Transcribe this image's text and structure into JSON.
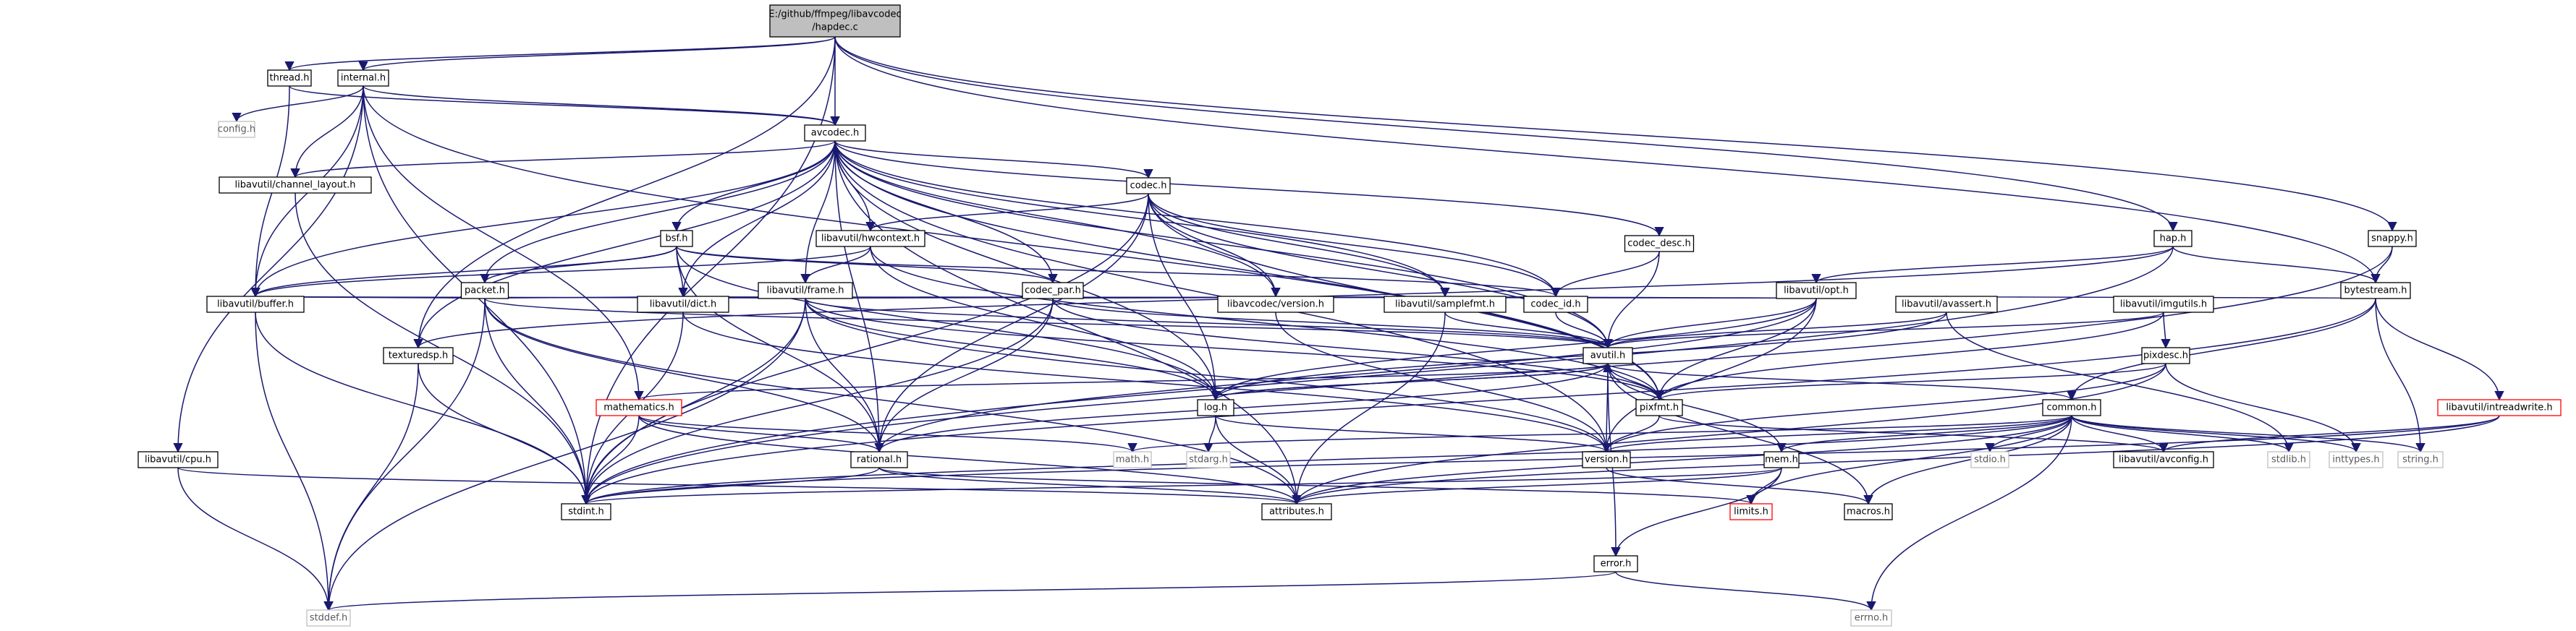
{
  "colors": {
    "edge": "#191970",
    "text": "#000000",
    "border_normal": "#000000",
    "border_missing": "#bfbfbf",
    "border_truncated": "#ff0000",
    "fill_root": "#bfbfbf",
    "fill_normal": "#ffffff",
    "text_missing": "#5a5a5a"
  },
  "nodes": [
    {
      "id": "hapdec",
      "label": "E:/github/ffmpeg/libavcodec\n/hapdec.c",
      "kind": "root"
    },
    {
      "id": "thread",
      "label": "thread.h",
      "kind": "normal"
    },
    {
      "id": "internal",
      "label": "internal.h",
      "kind": "normal"
    },
    {
      "id": "config",
      "label": "config.h",
      "kind": "missing"
    },
    {
      "id": "avcodec",
      "label": "avcodec.h",
      "kind": "normal"
    },
    {
      "id": "chlayout",
      "label": "libavutil/channel_layout.h",
      "kind": "normal"
    },
    {
      "id": "codec",
      "label": "codec.h",
      "kind": "normal"
    },
    {
      "id": "hwcontext",
      "label": "libavutil/hwcontext.h",
      "kind": "normal"
    },
    {
      "id": "bsf",
      "label": "bsf.h",
      "kind": "normal"
    },
    {
      "id": "codecdesc",
      "label": "codec_desc.h",
      "kind": "normal"
    },
    {
      "id": "hap",
      "label": "hap.h",
      "kind": "normal"
    },
    {
      "id": "snappy",
      "label": "snappy.h",
      "kind": "normal"
    },
    {
      "id": "frame",
      "label": "libavutil/frame.h",
      "kind": "normal"
    },
    {
      "id": "packet",
      "label": "packet.h",
      "kind": "normal"
    },
    {
      "id": "codecpar",
      "label": "codec_par.h",
      "kind": "normal"
    },
    {
      "id": "opt",
      "label": "libavutil/opt.h",
      "kind": "normal"
    },
    {
      "id": "bytestream",
      "label": "bytestream.h",
      "kind": "normal"
    },
    {
      "id": "buffer",
      "label": "libavutil/buffer.h",
      "kind": "normal"
    },
    {
      "id": "dict",
      "label": "libavutil/dict.h",
      "kind": "normal"
    },
    {
      "id": "lcversion",
      "label": "libavcodec/version.h",
      "kind": "normal"
    },
    {
      "id": "samplefmt",
      "label": "libavutil/samplefmt.h",
      "kind": "normal"
    },
    {
      "id": "codecid",
      "label": "codec_id.h",
      "kind": "normal"
    },
    {
      "id": "avassert",
      "label": "libavutil/avassert.h",
      "kind": "normal"
    },
    {
      "id": "imgutils",
      "label": "libavutil/imgutils.h",
      "kind": "normal"
    },
    {
      "id": "texturedsp",
      "label": "texturedsp.h",
      "kind": "normal"
    },
    {
      "id": "avutil",
      "label": "avutil.h",
      "kind": "normal"
    },
    {
      "id": "pixdesc",
      "label": "pixdesc.h",
      "kind": "normal"
    },
    {
      "id": "mathematics",
      "label": "mathematics.h",
      "kind": "truncated"
    },
    {
      "id": "log",
      "label": "log.h",
      "kind": "normal"
    },
    {
      "id": "pixfmt",
      "label": "pixfmt.h",
      "kind": "normal"
    },
    {
      "id": "common",
      "label": "common.h",
      "kind": "normal"
    },
    {
      "id": "intreadwrite",
      "label": "libavutil/intreadwrite.h",
      "kind": "truncated"
    },
    {
      "id": "cpu",
      "label": "libavutil/cpu.h",
      "kind": "normal"
    },
    {
      "id": "rational",
      "label": "rational.h",
      "kind": "normal"
    },
    {
      "id": "math",
      "label": "math.h",
      "kind": "missing"
    },
    {
      "id": "stdarg",
      "label": "stdarg.h",
      "kind": "missing"
    },
    {
      "id": "uversion",
      "label": "version.h",
      "kind": "normal"
    },
    {
      "id": "avconfig",
      "label": "libavutil/avconfig.h",
      "kind": "normal"
    },
    {
      "id": "stdlib",
      "label": "stdlib.h",
      "kind": "missing"
    },
    {
      "id": "inttypes",
      "label": "inttypes.h",
      "kind": "missing"
    },
    {
      "id": "stringh",
      "label": "string.h",
      "kind": "missing"
    },
    {
      "id": "stdio",
      "label": "stdio.h",
      "kind": "missing"
    },
    {
      "id": "mem",
      "label": "mem.h",
      "kind": "normal"
    },
    {
      "id": "stdint",
      "label": "stdint.h",
      "kind": "normal"
    },
    {
      "id": "attributes",
      "label": "attributes.h",
      "kind": "normal"
    },
    {
      "id": "limits",
      "label": "limits.h",
      "kind": "truncated"
    },
    {
      "id": "macros",
      "label": "macros.h",
      "kind": "normal"
    },
    {
      "id": "error",
      "label": "error.h",
      "kind": "normal"
    },
    {
      "id": "stddef",
      "label": "stddef.h",
      "kind": "missing"
    },
    {
      "id": "errno",
      "label": "errno.h",
      "kind": "missing"
    }
  ],
  "edges": [
    [
      "hapdec",
      "thread"
    ],
    [
      "hapdec",
      "internal"
    ],
    [
      "hapdec",
      "avcodec"
    ],
    [
      "hapdec",
      "hap"
    ],
    [
      "hapdec",
      "snappy"
    ],
    [
      "hapdec",
      "bytestream"
    ],
    [
      "hapdec",
      "texturedsp"
    ],
    [
      "hapdec",
      "stdint"
    ],
    [
      "thread",
      "avcodec"
    ],
    [
      "thread",
      "buffer"
    ],
    [
      "internal",
      "config"
    ],
    [
      "internal",
      "avcodec"
    ],
    [
      "internal",
      "chlayout"
    ],
    [
      "internal",
      "buffer"
    ],
    [
      "internal",
      "mathematics"
    ],
    [
      "internal",
      "pixfmt"
    ],
    [
      "internal",
      "stdint"
    ],
    [
      "internal",
      "cpu"
    ],
    [
      "avcodec",
      "chlayout"
    ],
    [
      "avcodec",
      "codec"
    ],
    [
      "avcodec",
      "hwcontext"
    ],
    [
      "avcodec",
      "bsf"
    ],
    [
      "avcodec",
      "codecdesc"
    ],
    [
      "avcodec",
      "frame"
    ],
    [
      "avcodec",
      "packet"
    ],
    [
      "avcodec",
      "codecpar"
    ],
    [
      "avcodec",
      "buffer"
    ],
    [
      "avcodec",
      "dict"
    ],
    [
      "avcodec",
      "lcversion"
    ],
    [
      "avcodec",
      "samplefmt"
    ],
    [
      "avcodec",
      "codecid"
    ],
    [
      "avcodec",
      "avutil"
    ],
    [
      "avcodec",
      "log"
    ],
    [
      "avcodec",
      "pixfmt"
    ],
    [
      "avcodec",
      "rational"
    ],
    [
      "avcodec",
      "attributes"
    ],
    [
      "avcodec",
      "texturedsp"
    ],
    [
      "avcodec",
      "uversion"
    ],
    [
      "chlayout",
      "stdint"
    ],
    [
      "codec",
      "hwcontext"
    ],
    [
      "codec",
      "codecid"
    ],
    [
      "codec",
      "lcversion"
    ],
    [
      "codec",
      "samplefmt"
    ],
    [
      "codec",
      "avutil"
    ],
    [
      "codec",
      "log"
    ],
    [
      "codec",
      "pixfmt"
    ],
    [
      "codec",
      "rational"
    ],
    [
      "codec",
      "stdint"
    ],
    [
      "hwcontext",
      "frame"
    ],
    [
      "hwcontext",
      "buffer"
    ],
    [
      "hwcontext",
      "log"
    ],
    [
      "hwcontext",
      "pixfmt"
    ],
    [
      "bsf",
      "codecpar"
    ],
    [
      "bsf",
      "packet"
    ],
    [
      "bsf",
      "dict"
    ],
    [
      "bsf",
      "codecid"
    ],
    [
      "bsf",
      "log"
    ],
    [
      "bsf",
      "rational"
    ],
    [
      "bsf",
      "buffer"
    ],
    [
      "codecdesc",
      "codecid"
    ],
    [
      "codecdesc",
      "avutil"
    ],
    [
      "hap",
      "opt"
    ],
    [
      "hap",
      "bytestream"
    ],
    [
      "hap",
      "texturedsp"
    ],
    [
      "hap",
      "stdint"
    ],
    [
      "snappy",
      "bytestream"
    ],
    [
      "snappy",
      "stdint"
    ],
    [
      "frame",
      "buffer"
    ],
    [
      "frame",
      "dict"
    ],
    [
      "frame",
      "avutil"
    ],
    [
      "frame",
      "samplefmt"
    ],
    [
      "frame",
      "rational"
    ],
    [
      "frame",
      "pixfmt"
    ],
    [
      "frame",
      "log"
    ],
    [
      "frame",
      "uversion"
    ],
    [
      "frame",
      "stdint"
    ],
    [
      "frame",
      "stddef"
    ],
    [
      "packet",
      "buffer"
    ],
    [
      "packet",
      "dict"
    ],
    [
      "packet",
      "avutil"
    ],
    [
      "packet",
      "rational"
    ],
    [
      "packet",
      "attributes"
    ],
    [
      "packet",
      "stdint"
    ],
    [
      "packet",
      "stddef"
    ],
    [
      "codecpar",
      "codecid"
    ],
    [
      "codecpar",
      "avutil"
    ],
    [
      "codecpar",
      "rational"
    ],
    [
      "codecpar",
      "pixfmt"
    ],
    [
      "codecpar",
      "stdint"
    ],
    [
      "opt",
      "avutil"
    ],
    [
      "opt",
      "dict"
    ],
    [
      "opt",
      "log"
    ],
    [
      "opt",
      "pixfmt"
    ],
    [
      "opt",
      "rational"
    ],
    [
      "opt",
      "samplefmt"
    ],
    [
      "opt",
      "uversion"
    ],
    [
      "bytestream",
      "avassert"
    ],
    [
      "bytestream",
      "common"
    ],
    [
      "bytestream",
      "intreadwrite"
    ],
    [
      "bytestream",
      "stringh"
    ],
    [
      "bytestream",
      "stdint"
    ],
    [
      "buffer",
      "stdint"
    ],
    [
      "buffer",
      "stddef"
    ],
    [
      "dict",
      "stdint"
    ],
    [
      "dict",
      "uversion"
    ],
    [
      "lcversion",
      "uversion"
    ],
    [
      "samplefmt",
      "avutil"
    ],
    [
      "samplefmt",
      "attributes"
    ],
    [
      "codecid",
      "avutil"
    ],
    [
      "avassert",
      "avutil"
    ],
    [
      "avassert",
      "log"
    ],
    [
      "avassert",
      "stdlib"
    ],
    [
      "imgutils",
      "avutil"
    ],
    [
      "imgutils",
      "pixdesc"
    ],
    [
      "imgutils",
      "pixfmt"
    ],
    [
      "texturedsp",
      "stddef"
    ],
    [
      "texturedsp",
      "stdint"
    ],
    [
      "avutil",
      "common"
    ],
    [
      "avutil",
      "error"
    ],
    [
      "avutil",
      "uversion"
    ],
    [
      "avutil",
      "mathematics"
    ],
    [
      "avutil",
      "rational"
    ],
    [
      "avutil",
      "log"
    ],
    [
      "avutil",
      "pixfmt"
    ],
    [
      "avutil",
      "macros"
    ],
    [
      "pixdesc",
      "pixfmt"
    ],
    [
      "pixdesc",
      "attributes"
    ],
    [
      "pixdesc",
      "inttypes"
    ],
    [
      "pixdesc",
      "uversion"
    ],
    [
      "mathematics",
      "math"
    ],
    [
      "mathematics",
      "attributes"
    ],
    [
      "mathematics",
      "rational"
    ],
    [
      "mathematics",
      "intfloat"
    ],
    [
      "mathematics",
      "stdint"
    ],
    [
      "log",
      "avutil"
    ],
    [
      "log",
      "stdarg"
    ],
    [
      "log",
      "attributes"
    ],
    [
      "log",
      "uversion"
    ],
    [
      "pixfmt",
      "uversion"
    ],
    [
      "pixfmt",
      "avconfig"
    ],
    [
      "common",
      "attributes"
    ],
    [
      "common",
      "macros"
    ],
    [
      "common",
      "uversion"
    ],
    [
      "common",
      "avconfig"
    ],
    [
      "common",
      "errno"
    ],
    [
      "common",
      "inttypes"
    ],
    [
      "common",
      "limits"
    ],
    [
      "common",
      "math"
    ],
    [
      "common",
      "stdint"
    ],
    [
      "common",
      "stdio"
    ],
    [
      "common",
      "stdlib"
    ],
    [
      "common",
      "stringh"
    ],
    [
      "common",
      "mem"
    ],
    [
      "intreadwrite",
      "avconfig"
    ],
    [
      "intreadwrite",
      "attributes"
    ],
    [
      "intreadwrite",
      "bswap"
    ],
    [
      "intreadwrite",
      "stdint"
    ],
    [
      "cpu",
      "attributes"
    ],
    [
      "cpu",
      "stddef"
    ],
    [
      "rational",
      "stdint"
    ],
    [
      "rational",
      "limits"
    ],
    [
      "rational",
      "attributes"
    ],
    [
      "uversion",
      "macros"
    ],
    [
      "mem",
      "error"
    ],
    [
      "mem",
      "attributes"
    ],
    [
      "mem",
      "avutil"
    ],
    [
      "mem",
      "limits"
    ],
    [
      "mem",
      "stdint"
    ],
    [
      "error",
      "errno"
    ],
    [
      "error",
      "stddef"
    ]
  ]
}
